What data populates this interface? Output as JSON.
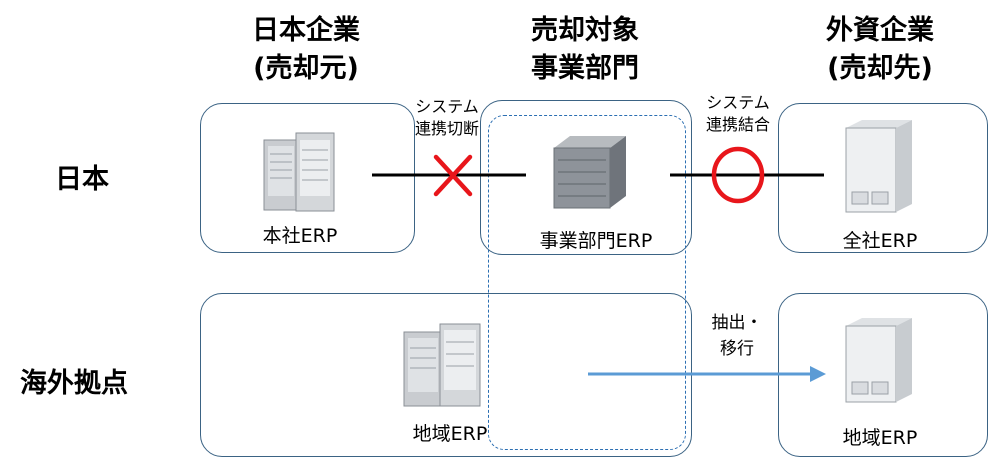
{
  "columns": {
    "seller": {
      "line1": "日本企業",
      "line2": "(売却元)"
    },
    "target": {
      "line1": "売却対象",
      "line2": "事業部門"
    },
    "buyer": {
      "line1": "外資企業",
      "line2": "(売却先)"
    }
  },
  "rows": {
    "japan": "日本",
    "overseas": "海外拠点"
  },
  "nodes": {
    "hq_erp": "本社ERP",
    "division_erp": "事業部門ERP",
    "company_erp": "全社ERP",
    "regional_erp_seller": "地域ERP",
    "regional_erp_buyer": "地域ERP"
  },
  "connections": {
    "cut": {
      "line1": "システム",
      "line2": "連携切断"
    },
    "join": {
      "line1": "システム",
      "line2": "連携結合"
    },
    "migrate": {
      "line1": "抽出・",
      "line2": "移行"
    }
  },
  "colors": {
    "box_border": "#3b6384",
    "dash_border": "#2c6fb2",
    "cut_mark": "#e8161b",
    "join_mark": "#e8161b",
    "arrow": "#5b9bd5"
  },
  "icons": {
    "server_rack": "server-rack-icon",
    "tower_server": "tower-server-icon",
    "cabinet_server": "cabinet-server-icon"
  }
}
